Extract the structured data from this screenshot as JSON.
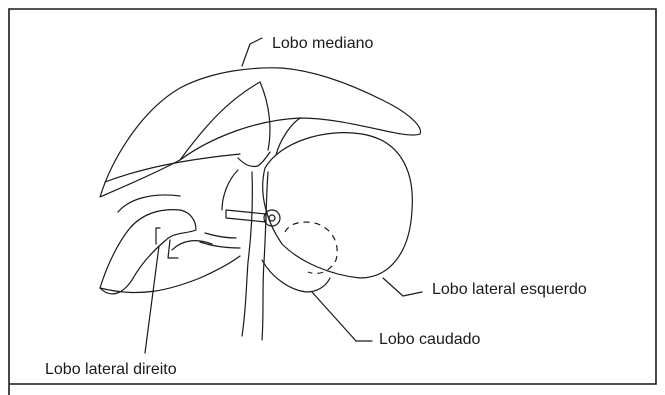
{
  "labels": {
    "lobo_mediano": "Lobo mediano",
    "lobo_lateral_esquerdo": "Lobo lateral esquerdo",
    "lobo_caudado": "Lobo caudado",
    "lobo_lateral_direito": "Lobo lateral direito"
  },
  "colors": {
    "line": "#1a1a1a",
    "background": "#ffffff"
  }
}
